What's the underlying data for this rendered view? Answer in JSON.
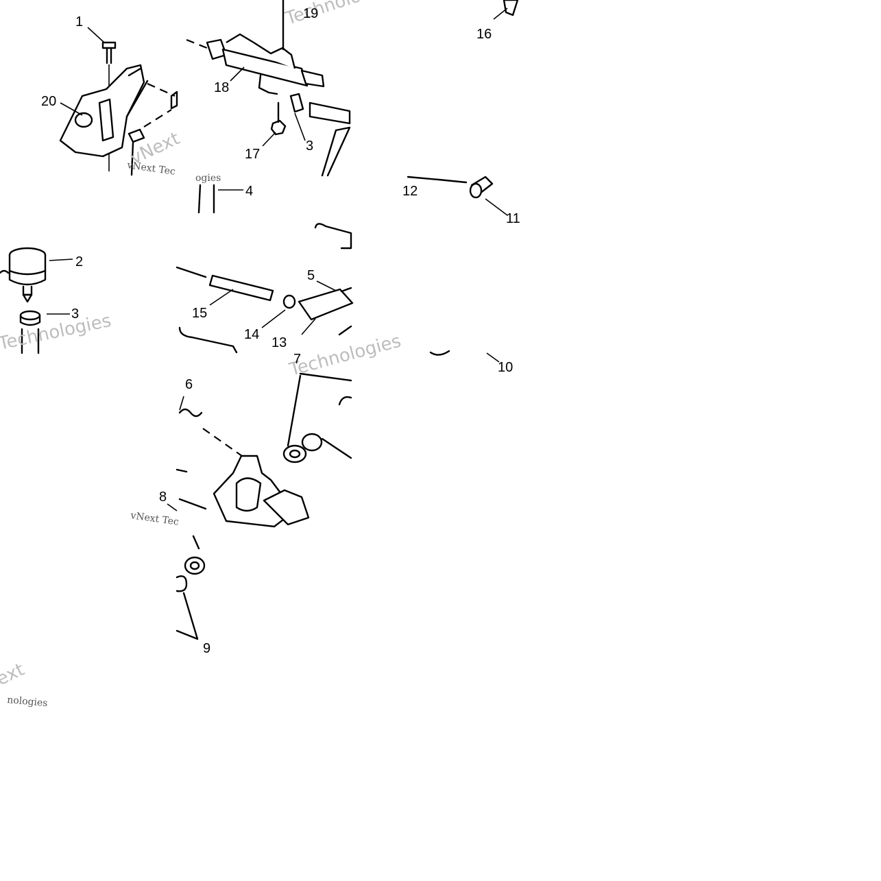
{
  "callouts": {
    "c1": "1",
    "c2": "2",
    "c3a": "3",
    "c3b": "3",
    "c4": "4",
    "c5": "5",
    "c6": "6",
    "c7": "7",
    "c8": "8",
    "c9": "9",
    "c10": "10",
    "c11": "11",
    "c12": "12",
    "c13": "13",
    "c14": "14",
    "c15": "15",
    "c16": "16",
    "c17": "17",
    "c18": "18",
    "c19": "19",
    "c20": "20"
  },
  "watermark": {
    "brand_a": "vNext Tec",
    "brand_b": "Technolo",
    "brand_c": "vNext",
    "brand_d": "Technologies",
    "brand_e": "ogies",
    "brand_f": "Technologies",
    "brand_g": "ext",
    "brand_h": "nologies"
  },
  "colors": {
    "line": "#000000",
    "background": "#ffffff",
    "watermark": "#bdbdbd"
  }
}
